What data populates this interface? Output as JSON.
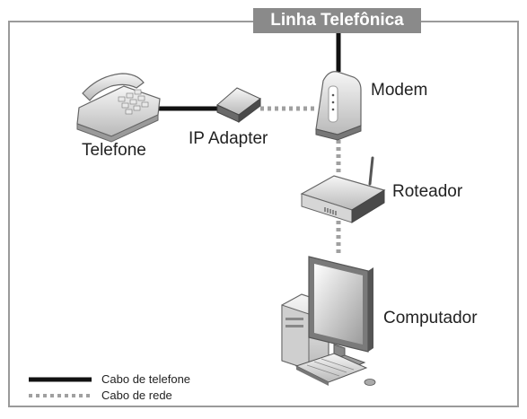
{
  "header": {
    "label": "Linha Telefônica"
  },
  "devices": {
    "modem": "Modem",
    "ip_adapter": "IP Adapter",
    "telefone": "Telefone",
    "roteador": "Roteador",
    "computador": "Computador"
  },
  "legend": {
    "phone_cable": "Cabo de telefone",
    "network_cable": "Cabo de rede"
  },
  "colors": {
    "phone_cable": "#111111",
    "network_cable": "#a0a0a0",
    "frame": "#9a9a9a",
    "header_bg": "#8a8a8a"
  }
}
